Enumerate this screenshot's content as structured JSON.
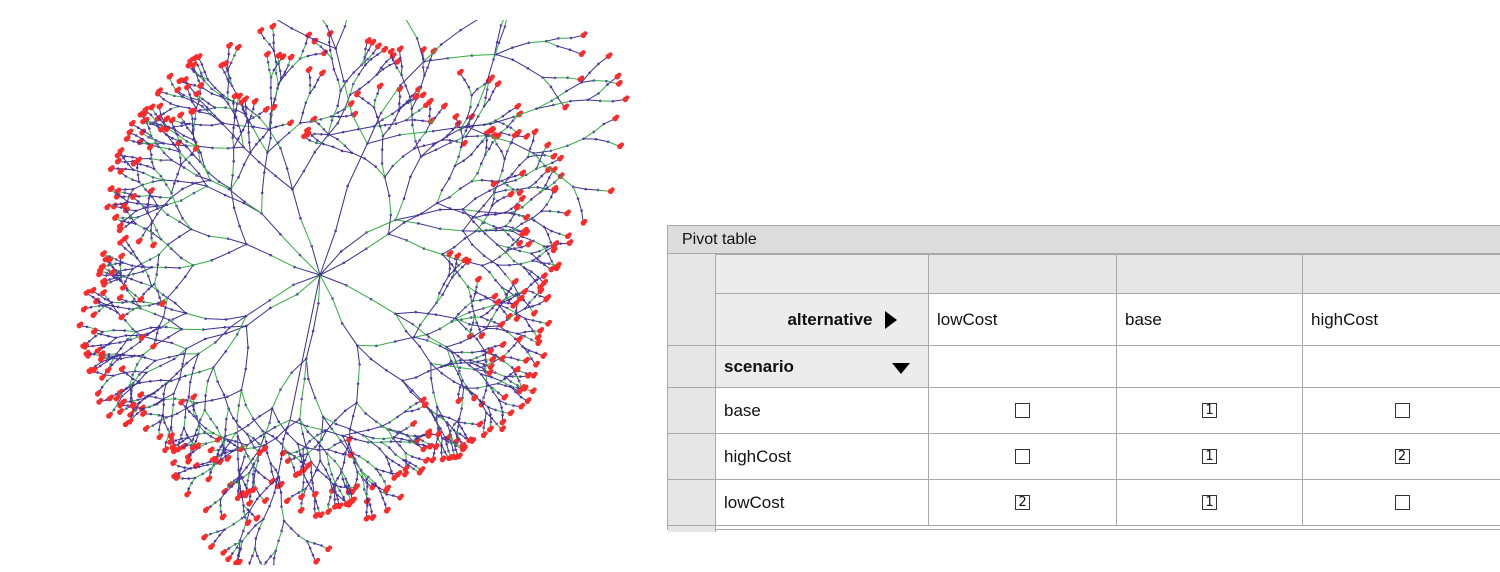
{
  "pivot": {
    "title": "Pivot table",
    "row_dimension": "scenario",
    "column_dimension": "alternative",
    "columns": [
      "lowCost",
      "base",
      "highCost"
    ],
    "rows": [
      {
        "label": "base",
        "cells": [
          "",
          "1",
          ""
        ]
      },
      {
        "label": "highCost",
        "cells": [
          "",
          "1",
          "2"
        ]
      },
      {
        "label": "lowCost",
        "cells": [
          "2",
          "1",
          ""
        ]
      }
    ]
  },
  "graph": {
    "node_colors": {
      "leaf": "#ff2a2a",
      "inner": "#5b3fb8",
      "edge": "#3a2f8f",
      "edge_alt": "#2fae3f"
    }
  }
}
